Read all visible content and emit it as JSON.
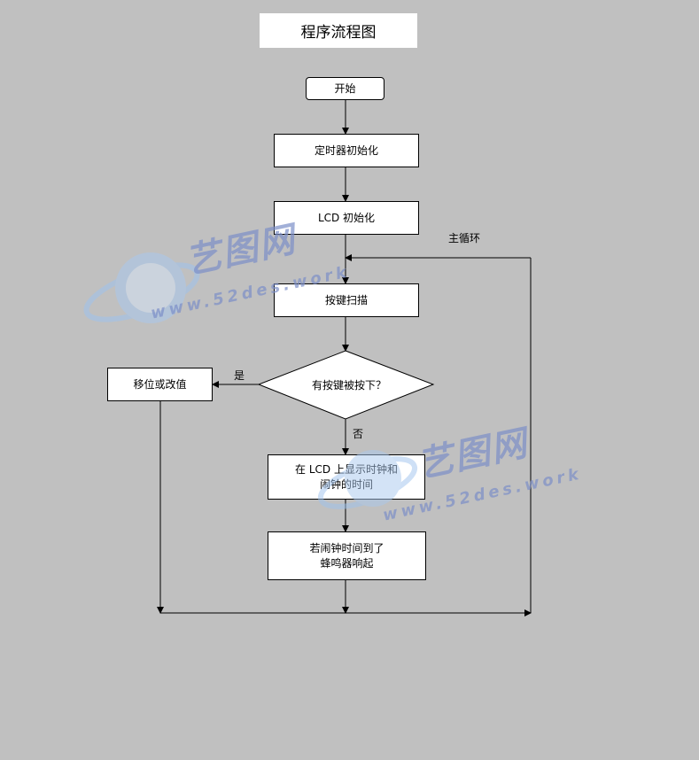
{
  "title": "程序流程图",
  "nodes": {
    "start": "开始",
    "timer_init": "定时器初始化",
    "lcd_init": "LCD 初始化",
    "key_scan": "按键扫描",
    "decision": "有按键被按下？",
    "shift_change": "移位或改值",
    "display_time": "在 LCD 上显示时钟和\n闹钟的时间",
    "alarm_buzzer": "若闹钟时间到了\n蜂鸣器响起"
  },
  "edge_labels": {
    "main_loop": "主循环",
    "yes": "是",
    "no": "否"
  },
  "watermark": {
    "logo_text": "艺图网",
    "url": "www.52des.work"
  },
  "colors": {
    "background": "#c0c0c0",
    "box_fill": "#ffffff",
    "stroke": "#000000",
    "watermark": "#7c8fc8"
  }
}
